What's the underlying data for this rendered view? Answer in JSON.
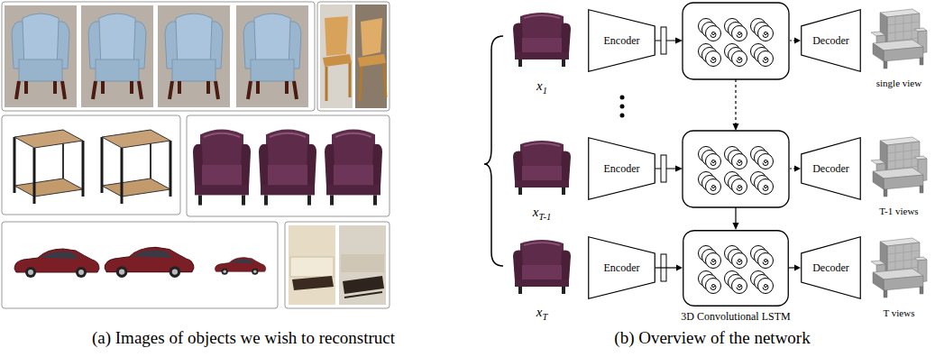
{
  "diagram": {
    "nodes": [
      {
        "text": [
          "Encoder"
        ]
      },
      {
        "text": [
          "Decoder"
        ]
      },
      {
        "text": [
          "Encoder"
        ]
      },
      {
        "text": [
          "Decoder"
        ]
      },
      {
        "text": [
          "Encoder"
        ]
      },
      {
        "text": [
          "3D Convolutional LSTM"
        ]
      },
      {
        "text": [
          "Decoder"
        ]
      }
    ],
    "edges": [
      {
        "from": 4,
        "to": 5,
        "arrow": "to"
      },
      {
        "from": 5,
        "to": 6,
        "arrow": "to"
      }
    ],
    "labels": [
      "x1",
      "single view",
      "xT-1",
      "T-1 views",
      "xT",
      "T views",
      "(a) Images of objects we wish to reconstruct",
      "(b) Overview of the network"
    ]
  }
}
